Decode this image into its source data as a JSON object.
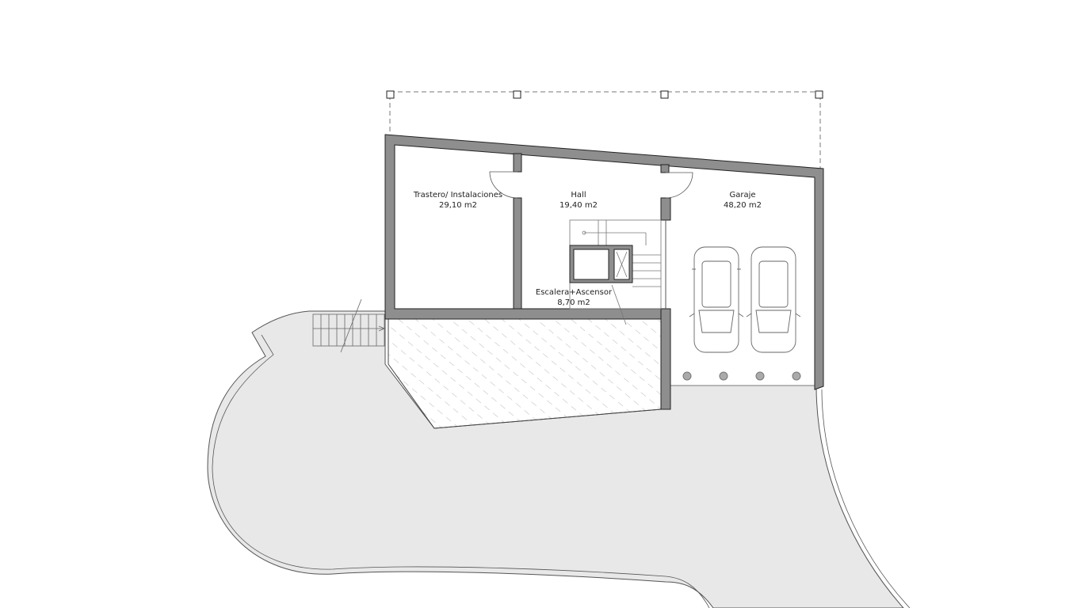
{
  "plan": {
    "rooms": [
      {
        "name": "Trastero/ Instalaciones",
        "area": "29,10 m2"
      },
      {
        "name": "Hall",
        "area": "19,40 m2"
      },
      {
        "name": "Garaje",
        "area": "48,20 m2"
      },
      {
        "name": "Escalera+Ascensor",
        "area": "8,70 m2"
      }
    ],
    "colors": {
      "wall": "#8e8e8e",
      "ground": "#e8e8e8",
      "line": "#222222"
    }
  }
}
